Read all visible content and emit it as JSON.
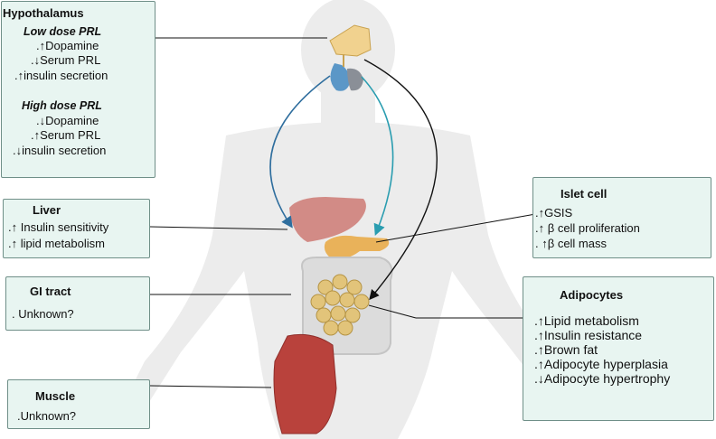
{
  "hypothalamus": {
    "title": "Hypothalamus",
    "low_dose_title": "Low dose PRL",
    "low_dose_items": [
      ".↑Dopamine",
      ".↓Serum PRL",
      ".↑insulin secretion"
    ],
    "high_dose_title": "High dose PRL",
    "high_dose_items": [
      ".↓Dopamine",
      ".↑Serum PRL",
      ".↓insulin secretion"
    ]
  },
  "liver": {
    "title": "Liver",
    "items": [
      ".↑ Insulin sensitivity",
      ".↑  lipid metabolism"
    ]
  },
  "gi_tract": {
    "title": "GI tract",
    "items": [
      ". Unknown?"
    ]
  },
  "muscle": {
    "title": "Muscle",
    "items": [
      ".Unknown?"
    ]
  },
  "islet": {
    "title": "Islet cell",
    "items": [
      ".↑GSIS",
      ".↑ β cell proliferation",
      ". ↑β cell mass"
    ]
  },
  "adipocytes": {
    "title": "Adipocytes",
    "items": [
      ".↑Lipid metabolism",
      ".↑Insulin resistance",
      ".↑Brown fat",
      ".↑Adipocyte hyperplasia",
      ".↓Adipocyte hypertrophy"
    ]
  },
  "colors": {
    "box_fill": "#e8f5f1",
    "box_border": "#6f8f88",
    "body_silhouette": "#ececec",
    "arrow_left": "#2f6e9e",
    "arrow_right": "#2a9db0",
    "arrow_black": "#111111",
    "liver": "#d28b86",
    "pancreas": "#e9b25a",
    "fat": "#e2c47a",
    "muscle": "#b9423c"
  }
}
